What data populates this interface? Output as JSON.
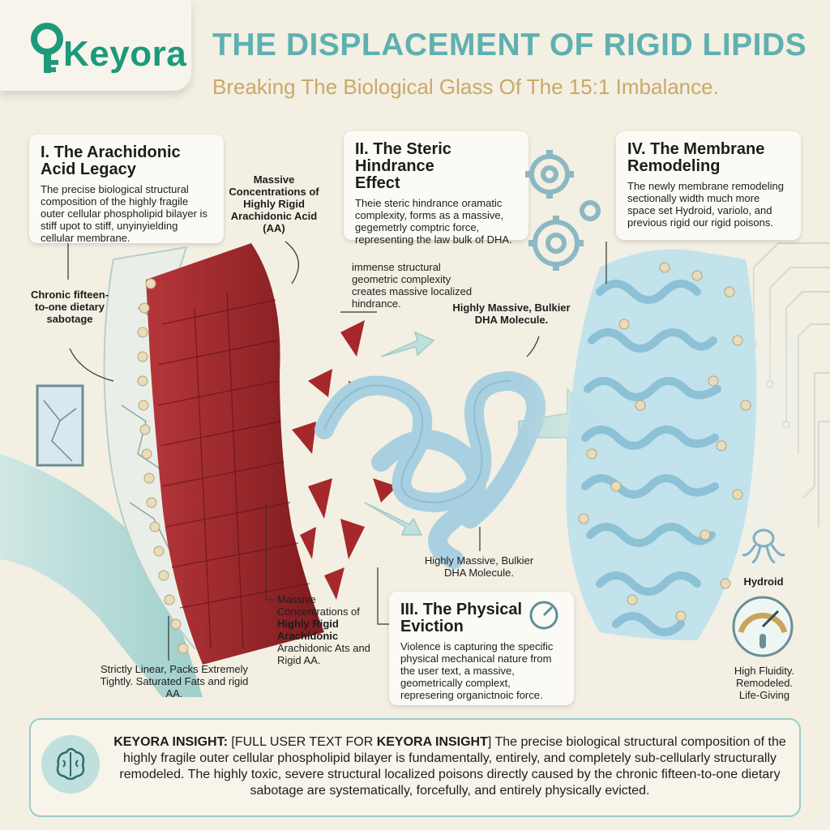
{
  "brand": {
    "name": "Keyora"
  },
  "header": {
    "title": "THE DISPLACEMENT OF RIGID LIPIDS",
    "subtitle": "Breaking The Biological Glass Of The 15:1 Imbalance."
  },
  "sections": [
    {
      "heading": "I. The Arachidonic Acid Legacy",
      "body": "The precise biological structural composition of the highly fragile outer cellular phospholipid bilayer is stiff upot to stiff, unyinyielding cellular membrane."
    },
    {
      "heading": "II. The Steric Hindrance Effect",
      "body": "Theie steric hindrance oramatic complexity, forms as a massive, gegemetrly comptric force, representing the law bulk of DHA."
    },
    {
      "heading": "III. The Physical Eviction",
      "body": "Violence is capturing the specific physical mechanical nature from the user text, a massive, geometrically complext, represering organictnoic force."
    },
    {
      "heading": "IV. The Membrane Remodeling",
      "body": "The newly membrane remodeling sectionally width much more space set Hydroid, variolo, and previous rigid our rigid poisons."
    }
  ],
  "labels": {
    "massive_aa_top": "Massive Concentrations of Highly Rigid Arachidonic Acid (AA)",
    "chronic": "Chronic fifteen-to-one dietary sabotage",
    "immense": "immense structural geometric complexity creates massive localized hindrance.",
    "dha_top": "Highly Massive, Bulkier DHA Molecule.",
    "dha_bottom": "Highly Massive, Bulkier DHA Molecule.",
    "massive_aa_bottom_1": "Massive Concentrations of",
    "massive_aa_bottom_2": "Highly Rigid Arachidonic",
    "massive_aa_bottom_3": "Arachidonic Ats and Rigid AA.",
    "strictly_linear": "Strictly Linear, Packs Extremely Tightly. Saturated Fats and rigid AA.",
    "hydroid": "Hydroid",
    "fluidity": "High Fluidity. Remodeled. Life-Giving"
  },
  "insight": {
    "title": "KEYORA INSIGHT:",
    "lead": "[FULL USER TEXT FOR ",
    "lead_bold": "KEYORA INSIGHT",
    "lead_end": "]",
    "body": " The precise biological structural composition of the highly fragile outer cellular phospholipid bilayer is fundamentally, entirely, and completely sub-cellularly structurally remodeled. The highly toxic, severe structural localized poisons directly caused by the chronic fifteen-to-one dietary sabotage are systematically, forcefully, and entirely physically evicted."
  },
  "colors": {
    "brand_green": "#1c9a7a",
    "title_teal": "#5fb0b0",
    "subtitle_gold": "#c8a968",
    "rigid_red": "#a6282c",
    "dha_blue": "#a8d0e0",
    "membrane_teal": "#bfe0dc"
  },
  "icons": [
    "key-logo-icon",
    "broken-glass-icon",
    "gear-icon",
    "brain-icon",
    "octopus-icon",
    "gauge-icon",
    "thermometer-icon"
  ]
}
